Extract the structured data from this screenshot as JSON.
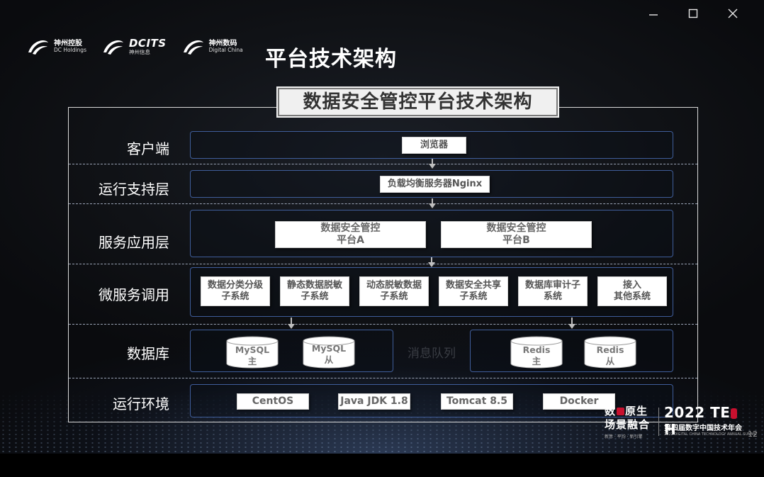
{
  "window": {
    "minimize_symbol": "—",
    "maximize_symbol": "□",
    "close_symbol": "✕"
  },
  "logos": [
    {
      "line1": "神州控股",
      "line2": "DC Holdings"
    },
    {
      "line1": "DCITS",
      "line2": "神州信息"
    },
    {
      "line1": "神州数码",
      "line2": "Digital China"
    }
  ],
  "page_title": "平台技术架构",
  "diagram_title": "数据安全管控平台技术架构",
  "layers": {
    "client": {
      "label": "客户端",
      "items": [
        "浏览器"
      ]
    },
    "runtime_support": {
      "label": "运行支持层",
      "items": [
        "负载均衡服务器Nginx"
      ]
    },
    "service_app": {
      "label": "服务应用层",
      "platform_a": [
        "数据安全管控",
        "平台A"
      ],
      "platform_b": [
        "数据安全管控",
        "平台B"
      ]
    },
    "microservice": {
      "label": "微服务调用",
      "items": [
        [
          "数据分类分级",
          "子系统"
        ],
        [
          "静态数据脱敏",
          "子系统"
        ],
        [
          "动态脱敏数据",
          "子系统"
        ],
        [
          "数据安全共享",
          "子系统"
        ],
        [
          "数据库审计子",
          "系统"
        ],
        [
          "接入",
          "其他系统"
        ]
      ]
    },
    "database": {
      "label": "数据库",
      "mysql": [
        [
          "MySQL",
          "主"
        ],
        [
          "MySQL",
          "从"
        ]
      ],
      "redis": [
        [
          "Redis",
          "主"
        ],
        [
          "Redis",
          "从"
        ]
      ],
      "message_queue": "消息队列"
    },
    "runtime_env": {
      "label": "运行环境",
      "items": [
        "CentOS",
        "Java JDK 1.8",
        "Tomcat 8.5",
        "Docker"
      ]
    }
  },
  "event": {
    "slogan_line1": "数",
    "slogan_line1_rest": "原生",
    "slogan_line2": "场景融合",
    "slogan_sub": "新意 · 平均 · 新引擎",
    "year": "2022",
    "tech": "TE",
    "tech_end": "H",
    "summit_cn": "第四届数字中国技术年会",
    "summit_en": "2022 DIGITAL CHINA TECHNOLOGY ANNUAL SUMMIT"
  },
  "page_number": "12",
  "colors": {
    "row_border": "#3f5d9a",
    "accent_red": "#c8102e",
    "box_bg": "#ffffff"
  }
}
